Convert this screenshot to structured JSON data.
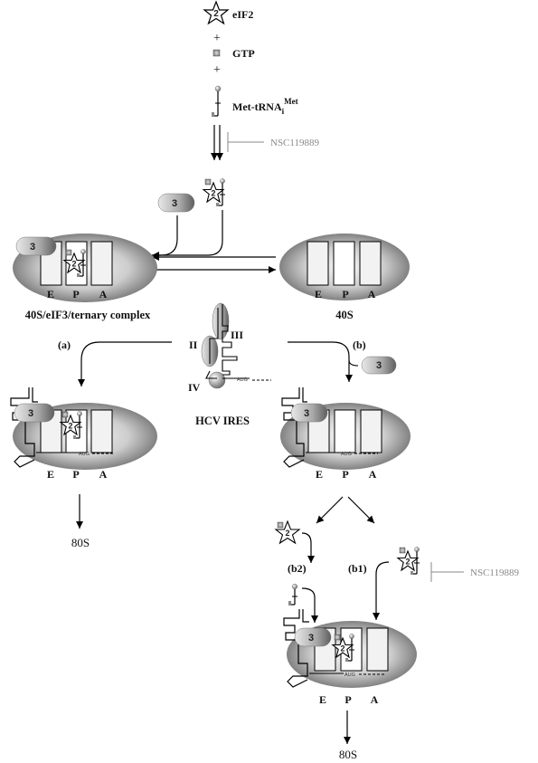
{
  "legend": {
    "eif2": "eIF2",
    "plus1": "+",
    "gtp": "GTP",
    "plus2": "+",
    "met_trna_main": "Met-tRNA",
    "met_trna_sub": "i",
    "met_trna_sup": "Met"
  },
  "inhibitor": "NSC119889",
  "badges": {
    "eif2": "2",
    "eif3": "3"
  },
  "sites": {
    "e": "E",
    "p": "P",
    "a": "A"
  },
  "labels": {
    "complex": "40S/eIF3/ternary complex",
    "s40": "40S",
    "hcv_ires": "HCV IRES",
    "s80_left": "80S",
    "s80_bottom": "80S",
    "aug": "AUG"
  },
  "paths": {
    "a": "(a)",
    "b": "(b)",
    "b1": "(b1)",
    "b2": "(b2)"
  },
  "domains": {
    "ii": "II",
    "iii": "III",
    "iv": "IV"
  },
  "colors": {
    "ribosome_dark": "#6e6e6e",
    "ribosome_light": "#f2f2f2",
    "eif3_dark": "#6a6a6a",
    "eif3_light": "#e4e4e4",
    "inhibitor_text": "#8a8a8a"
  }
}
